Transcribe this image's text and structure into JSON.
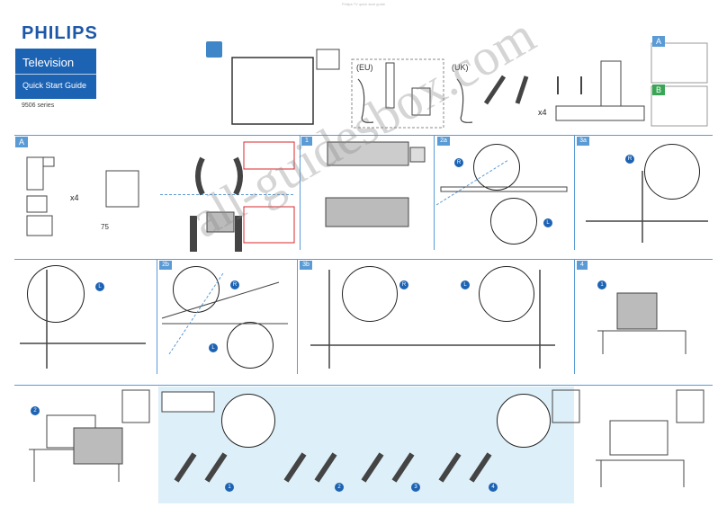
{
  "header": {
    "top_note": "Philips TV quick start guide",
    "brand": "PHILIPS",
    "product": "Television",
    "guide": "Quick Start Guide",
    "series": "9506 series"
  },
  "box_contents": {
    "eu_label": "(EU)",
    "uk_label": "(UK)",
    "screw_count": "x4",
    "option_a": "A",
    "option_b": "B"
  },
  "section_a": {
    "label": "A",
    "screw_count": "x4",
    "weight_text": "75"
  },
  "steps": {
    "s1": "1",
    "s2a": "2a",
    "s3a": "3a",
    "s2b": "2b",
    "s3b": "3b",
    "s4": "4",
    "sub1": "1",
    "sub2": "2"
  },
  "side_labels": {
    "r": "R",
    "l": "L"
  },
  "stand_steps": [
    "1",
    "2",
    "3",
    "4"
  ],
  "watermark": "all-guidesbox.com",
  "colors": {
    "brand_blue": "#1d57a7",
    "step_blue": "#5b9bd5",
    "light_panel": "#ddeff8",
    "warn_red": "#d9272e",
    "ok_green": "#3aa655"
  }
}
